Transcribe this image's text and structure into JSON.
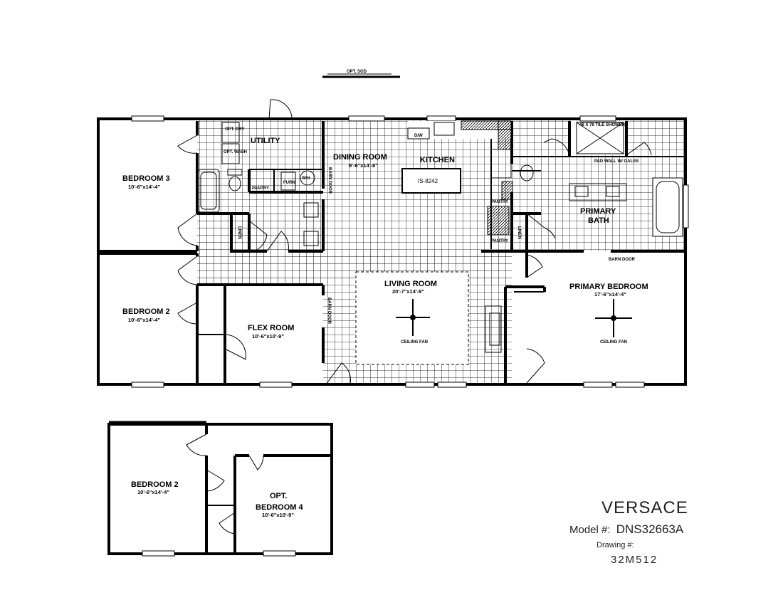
{
  "opt_sgd": "OPT. SGD",
  "rooms": {
    "bedroom3": {
      "name": "BEDROOM 3",
      "dim": "10'-6\"x14'-4\""
    },
    "utility": {
      "name": "UTILITY"
    },
    "dining": {
      "name": "DINING ROOM",
      "dim": "9'-6\"x14'-8\""
    },
    "kitchen": {
      "name": "KITCHEN"
    },
    "primary_bath": {
      "name1": "PRIMARY",
      "name2": "BATH"
    },
    "bedroom2": {
      "name": "BEDROOM 2",
      "dim": "10'-6\"x14'-4\""
    },
    "flex": {
      "name": "FLEX ROOM",
      "dim": "10'-6\"x10'-9\""
    },
    "living": {
      "name": "LIVING ROOM",
      "dim": "20'-7\"x14'-8\""
    },
    "primary_bedroom": {
      "name": "PRIMARY BEDROOM",
      "dim": "17'-6\"x14'-4\""
    }
  },
  "fixtures": {
    "island": "IS-8242",
    "dw": "D/W",
    "opt_dry": "OPT. DRY",
    "opt_wash": "OPT. WASH",
    "pantry": "PANTRY",
    "furn": "FURN",
    "wh": "W/H",
    "barn_door": "BARN DOOR",
    "linen": "LINEN",
    "shower": "48 X 78 TILE SHOWER",
    "pad_wall": "PAD WALL W/ GALSS",
    "ceiling_fan": "CEILING FAN"
  },
  "alt_plan": {
    "bedroom2": {
      "name": "BEDROOM 2",
      "dim": "10'-6\"x14'-4\""
    },
    "bedroom4": {
      "name1": "OPT.",
      "name2": "BEDROOM 4",
      "dim": "10'-6\"x10'-9\""
    }
  },
  "title_block": {
    "model_name": "VERSACE",
    "model_label": "Model #:",
    "model_number": "DNS32663A",
    "drawing_label": "Drawing #:",
    "drawing_number": "32M512"
  }
}
